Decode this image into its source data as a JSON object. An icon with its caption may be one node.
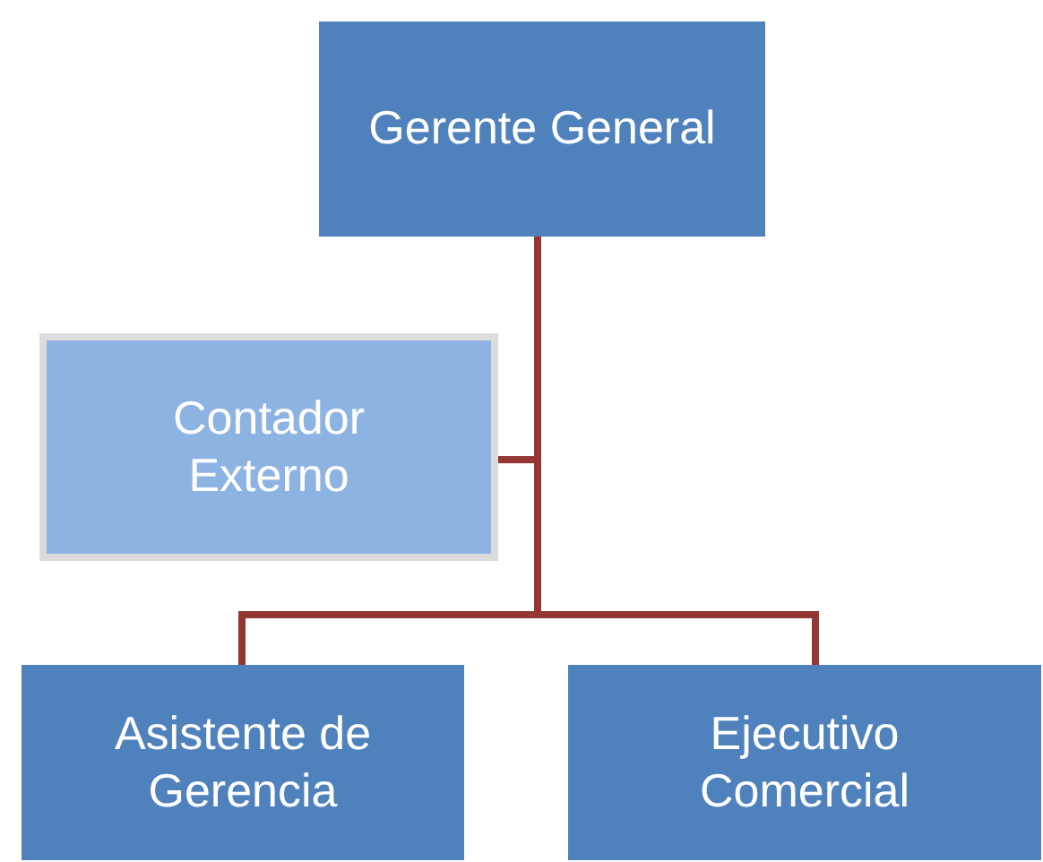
{
  "diagram": {
    "nodes": [
      {
        "text": [
          "Gerente General"
        ]
      },
      {
        "text": [
          "Contador Externo"
        ]
      },
      {
        "text": [
          "Asistente de Gerencia"
        ]
      },
      {
        "text": [
          "Ejecutivo Comercial"
        ]
      }
    ],
    "edges": [
      {
        "from": 0,
        "to": 1,
        "arrow": "none"
      },
      {
        "from": 0,
        "to": 2,
        "arrow": "none"
      },
      {
        "from": 0,
        "to": 3,
        "arrow": "none"
      }
    ]
  }
}
